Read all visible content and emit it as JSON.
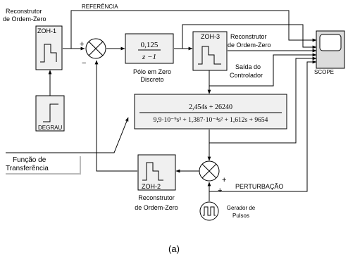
{
  "labels": {
    "zoh1_title": "Reconstrutor",
    "zoh1_title2": "de Ordem-Zero",
    "zoh1_name": "ZOH-1",
    "referencia": "REFERÊNCIA",
    "degrau": "DEGRAU",
    "pole_num": "0,125",
    "pole_den": "z −1",
    "pole_title": "Pólo em Zero",
    "pole_title2": "Discreto",
    "zoh3_name": "ZOH-3",
    "zoh3_title": "Reconstrutor",
    "zoh3_title2": "de Ordem-Zero",
    "saida": "Saída do",
    "saida2": "Controlador",
    "scope": "SCOPE",
    "tf_num": "2,454s + 26240",
    "tf_den": "9,9·10⁻⁹s³ + 1,387·10⁻⁴s² + 1,612s + 9654",
    "funcao": "Função de",
    "funcao2": "Transferência",
    "zoh2_name": "ZOH-2",
    "zoh2_title": "Reconstrutor",
    "zoh2_title2": "de Ordem-Zero",
    "perturbacao": "PERTURBAÇÃO",
    "gerador": "Gerador de",
    "gerador2": "Pulsos",
    "plus1": "+",
    "minus1": "−",
    "plus2": "+",
    "plus3": "+",
    "caption": "(a)"
  }
}
